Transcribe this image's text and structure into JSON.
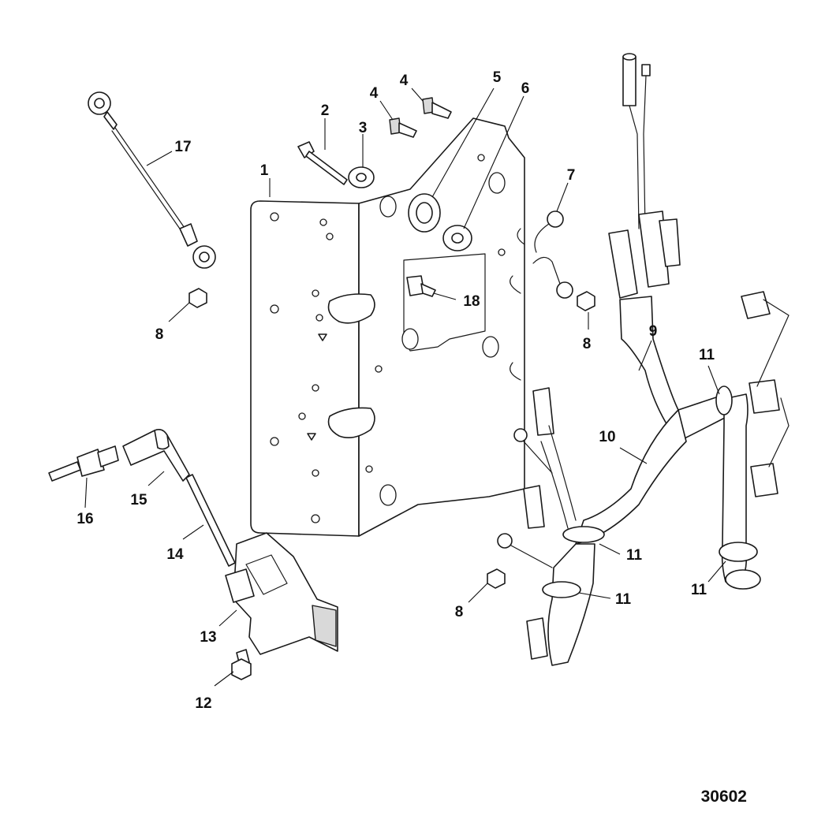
{
  "figure_number": "30602",
  "callouts": {
    "c1": "1",
    "c2": "2",
    "c3": "3",
    "c4a": "4",
    "c4b": "4",
    "c5": "5",
    "c6": "6",
    "c7": "7",
    "c8a": "8",
    "c8b": "8",
    "c8c": "8",
    "c9": "9",
    "c10": "10",
    "c11a": "11",
    "c11b": "11",
    "c11c": "11",
    "c11d": "11",
    "c12": "12",
    "c13": "13",
    "c14": "14",
    "c15": "15",
    "c16": "16",
    "c17": "17",
    "c18": "18"
  }
}
